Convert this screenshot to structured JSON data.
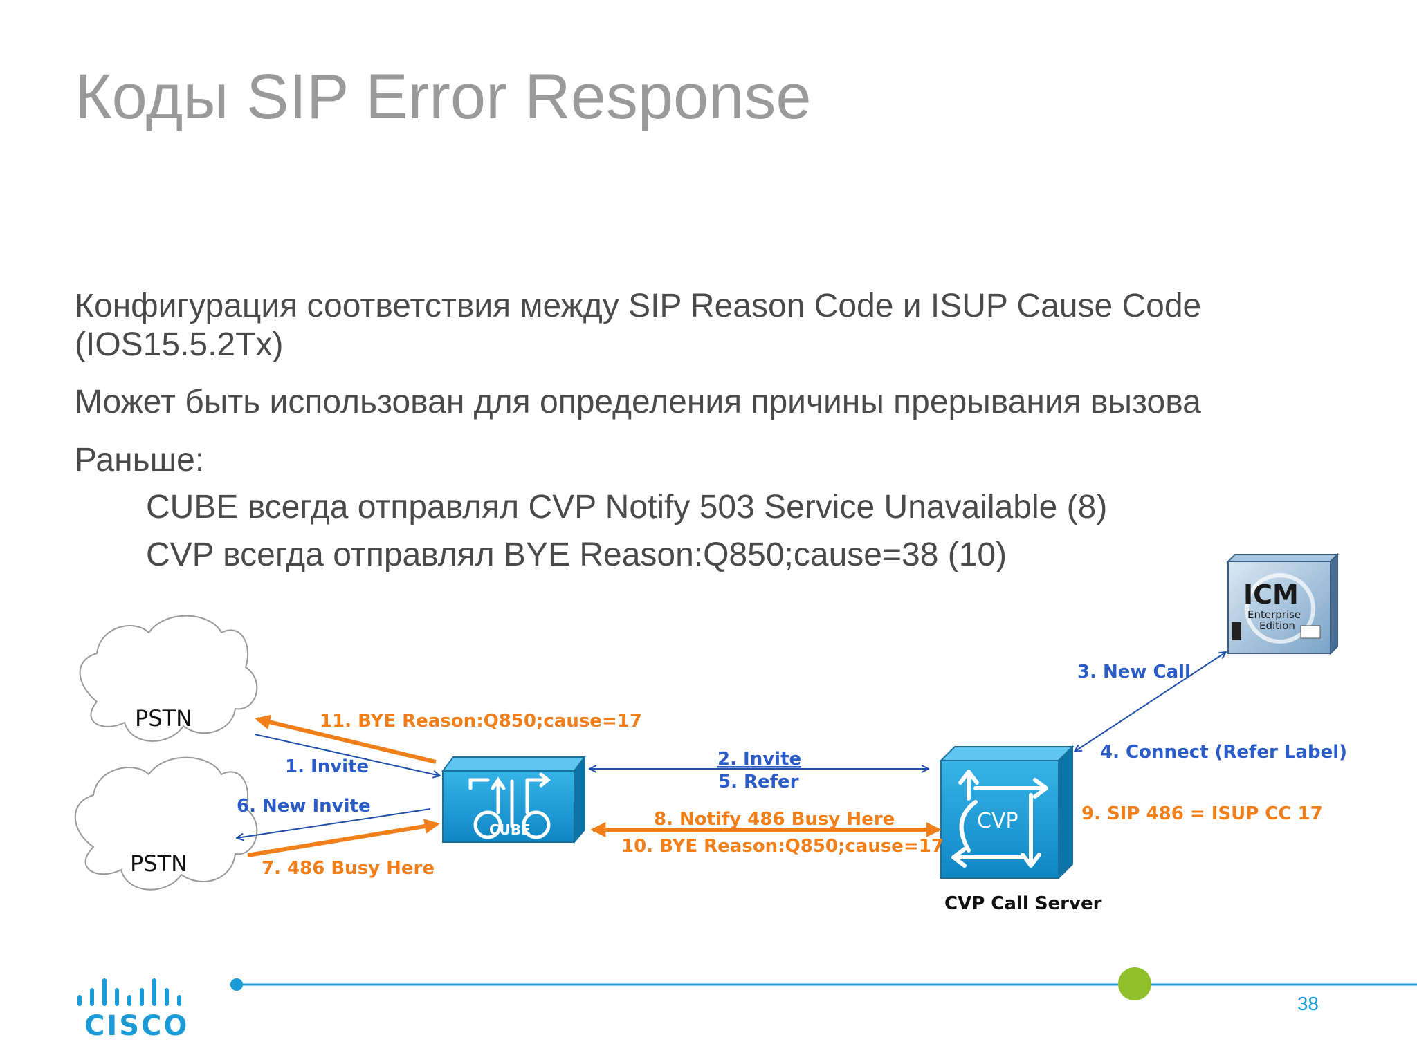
{
  "slide": {
    "title": "Коды SIP Error Response",
    "page_number": "38"
  },
  "body": {
    "line1a": "Конфигурация соответствия между SIP Reason Code и ISUP Cause Code",
    "line1b": "(IOS15.5.2Tx)",
    "line2": "Может быть использован для определения причины прерывания вызова",
    "line3": "Раньше:",
    "bullet1": "CUBE всегда отправлял CVP Notify 503 Service Unavailable (8)",
    "bullet2": "CVP всегда отправлял BYE Reason:Q850;cause=38 (10)"
  },
  "diagram": {
    "nodes": {
      "pstn_top": "PSTN",
      "pstn_bottom": "PSTN",
      "cube_caption": "CUBE",
      "cvp_caption": "CVP",
      "cvp_server_label": "CVP Call Server",
      "icm_title": "ICM",
      "icm_sub1": "Enterprise",
      "icm_sub2": "Edition"
    },
    "messages": {
      "m1": "1. Invite",
      "m2": "2. Invite",
      "m3": "3. New Call",
      "m4": "4. Connect (Refer Label)",
      "m5": "5. Refer",
      "m6": "6. New Invite",
      "m7": "7. 486 Busy Here",
      "m8": "8. Notify 486 Busy Here",
      "m9": "9. SIP 486 = ISUP CC 17",
      "m10": "10. BYE Reason:Q850;cause=17",
      "m11": "11. BYE Reason:Q850;cause=17"
    },
    "colors": {
      "blue_label": "#2a5bc7",
      "blue_arrow": "#1f4fa8",
      "orange": "#f07f1a",
      "device_blue": "#1a9ad6"
    }
  },
  "footer": {
    "logo_text": "CISCO",
    "colors": {
      "line": "#1a9ad6",
      "marker": "#8fbf2a"
    }
  }
}
